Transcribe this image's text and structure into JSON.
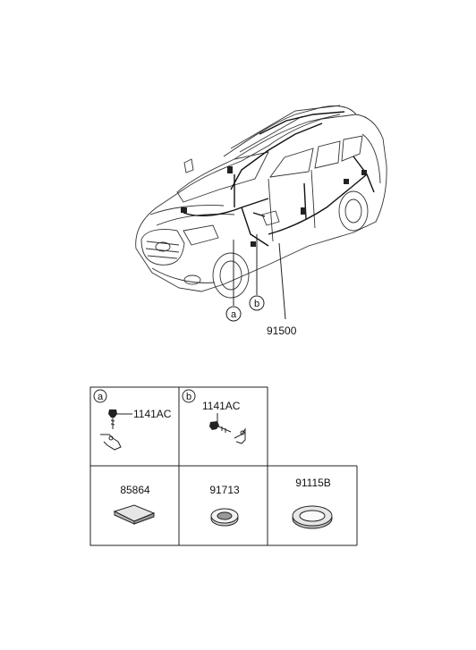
{
  "main_part": {
    "number": "91500"
  },
  "callouts": [
    "a",
    "b"
  ],
  "cells": [
    {
      "marker": "a",
      "part": "1141AC"
    },
    {
      "marker": "b",
      "part": "1141AC"
    },
    {
      "marker": "",
      "part": "85864"
    },
    {
      "marker": "",
      "part": "91713"
    },
    {
      "marker": "",
      "part": "91115B"
    }
  ]
}
